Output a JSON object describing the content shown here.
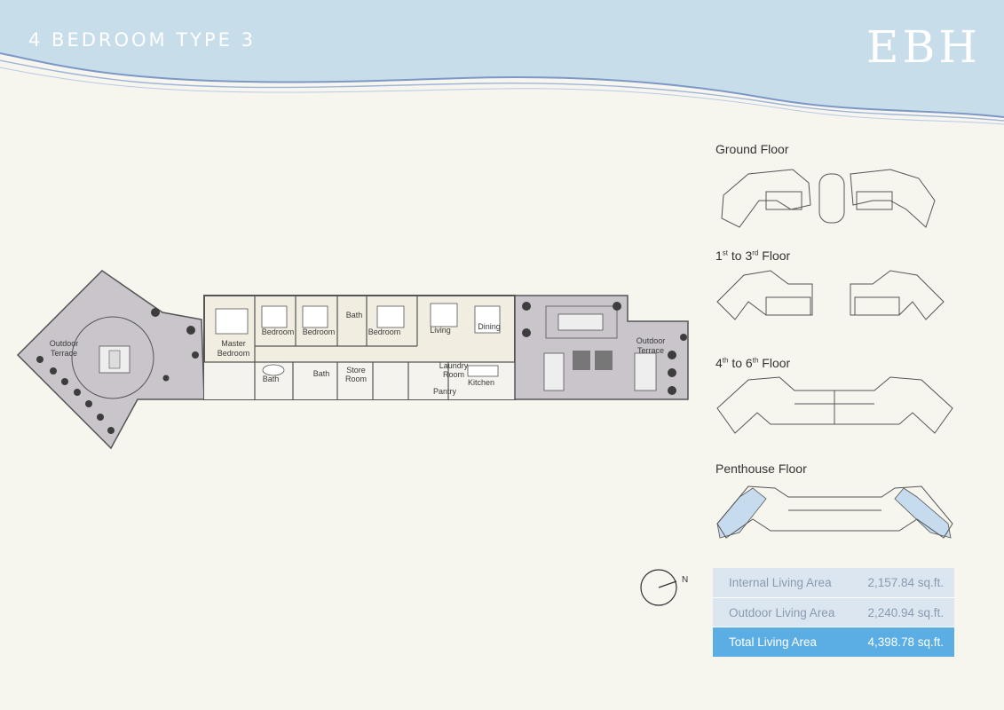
{
  "header": {
    "title": "4 BEDROOM TYPE 3",
    "logo": "EBH"
  },
  "plan": {
    "rooms": [
      {
        "id": "terrace-left",
        "label": [
          "Outdoor",
          "Terrace"
        ]
      },
      {
        "id": "master",
        "label": [
          "Master",
          "Bedroom"
        ]
      },
      {
        "id": "bed1",
        "label": [
          "Bedroom"
        ]
      },
      {
        "id": "bed2",
        "label": [
          "Bedroom"
        ]
      },
      {
        "id": "bath-top",
        "label": [
          "Bath"
        ]
      },
      {
        "id": "bed3",
        "label": [
          "Bedroom"
        ]
      },
      {
        "id": "living",
        "label": [
          "Living"
        ]
      },
      {
        "id": "dining",
        "label": [
          "Dining"
        ]
      },
      {
        "id": "bath-master",
        "label": [
          "Bath"
        ]
      },
      {
        "id": "bath-small",
        "label": [
          "Bath"
        ]
      },
      {
        "id": "store",
        "label": [
          "Store",
          "Room"
        ]
      },
      {
        "id": "laundry",
        "label": [
          "Laundry",
          "Room"
        ]
      },
      {
        "id": "kitchen",
        "label": [
          "Kitchen"
        ]
      },
      {
        "id": "pantry",
        "label": [
          "Pantry"
        ]
      },
      {
        "id": "terrace-right",
        "label": [
          "Outdoor",
          "Terrace"
        ]
      }
    ]
  },
  "floors": [
    {
      "name": "Ground Floor"
    },
    {
      "pre": "1",
      "sup1": "st",
      "mid": " to 3",
      "sup2": "rd",
      "post": " Floor"
    },
    {
      "pre": "4",
      "sup1": "th",
      "mid": " to 6",
      "sup2": "th",
      "post": " Floor"
    },
    {
      "name": "Penthouse Floor"
    }
  ],
  "compass": {
    "label": "N"
  },
  "areas": [
    {
      "label": "Internal Living Area",
      "value": "2,157.84 sq.ft."
    },
    {
      "label": "Outdoor Living Area",
      "value": "2,240.94 sq.ft."
    },
    {
      "label": "Total Living Area",
      "value": "4,398.78 sq.ft."
    }
  ],
  "colors": {
    "banner": "#c8ddea",
    "total_row": "#5aaee3",
    "area_rows": "#dbe6f0",
    "terrace": "#c9c5cb",
    "interior": "#f1ede0",
    "penthouse_highlight": "#c6dcee"
  }
}
